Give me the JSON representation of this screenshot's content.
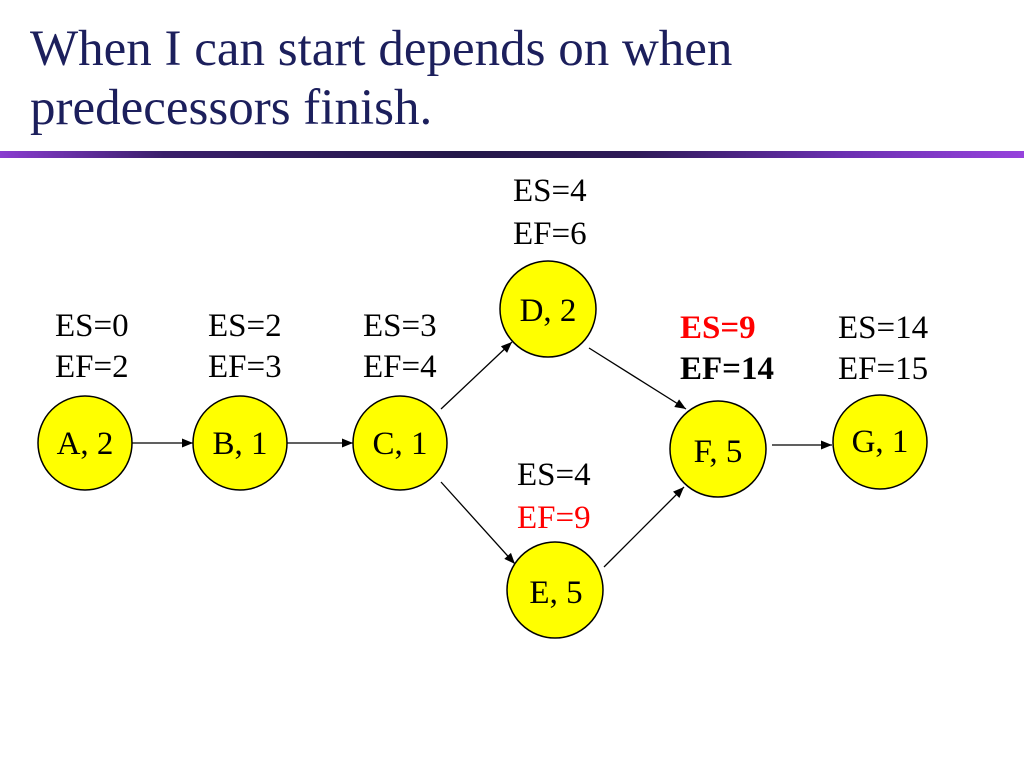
{
  "title": {
    "line1": "When I can start depends on when",
    "line2": "predecessors finish."
  },
  "nodes": [
    {
      "label": "A, 2",
      "es": "ES=0",
      "ef": "EF=2"
    },
    {
      "label": "B, 1",
      "es": "ES=2",
      "ef": "EF=3"
    },
    {
      "label": "C, 1",
      "es": "ES=3",
      "ef": "EF=4"
    },
    {
      "label": "D, 2",
      "es": "ES=4",
      "ef": "EF=6"
    },
    {
      "label": "E, 5",
      "es": "ES=4",
      "ef": "EF=9"
    },
    {
      "label": "F, 5",
      "es": "ES=9",
      "ef": "EF=14"
    },
    {
      "label": "G, 1",
      "es": "ES=14",
      "ef": "EF=15"
    }
  ],
  "colors": {
    "title": "#1c1f5c",
    "node-fill": "#ffff00",
    "highlight": "#ff0000"
  }
}
